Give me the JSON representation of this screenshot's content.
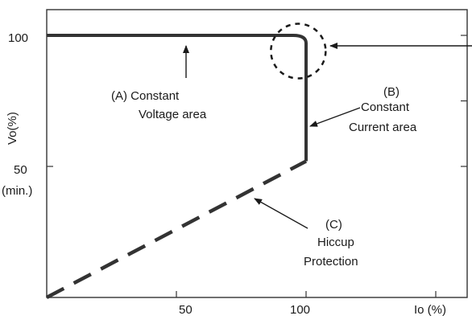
{
  "chart_data": {
    "type": "line",
    "title": "",
    "xlabel": "Io (%)",
    "ylabel": "Vo(%)",
    "xlim": [
      0,
      160
    ],
    "ylim": [
      0,
      110
    ],
    "x_ticks": [
      {
        "value": 50,
        "label": "50"
      },
      {
        "value": 100,
        "label": "100"
      }
    ],
    "y_ticks": [
      {
        "value": 100,
        "label": "100"
      },
      {
        "value": 50,
        "label": "50"
      }
    ],
    "y_tick_sublabel": "(min.)",
    "grid": false,
    "series": [
      {
        "style": "solid",
        "points": [
          [
            0,
            100
          ],
          [
            95,
            100
          ],
          [
            100,
            97
          ],
          [
            100,
            52
          ]
        ]
      },
      {
        "style": "dashed",
        "points": [
          [
            0,
            0
          ],
          [
            100,
            52
          ]
        ]
      }
    ],
    "highlight": {
      "x": 97,
      "y": 94
    },
    "annotations": [
      {
        "lines": [
          "(A)  Constant",
          "Voltage area"
        ]
      },
      {
        "lines": [
          "(B)",
          "Constant",
          "Current area"
        ]
      },
      {
        "lines": [
          "(C)",
          "Hiccup",
          "Protection"
        ]
      }
    ]
  }
}
